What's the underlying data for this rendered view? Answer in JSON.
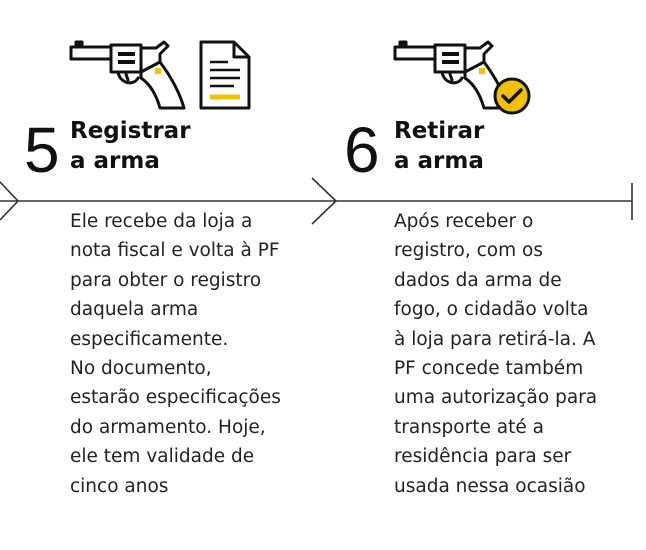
{
  "steps": [
    {
      "number": "5",
      "title_lines": [
        "Registrar",
        "a arma"
      ],
      "icons": [
        "revolver-icon",
        "document-icon"
      ],
      "description_lines": [
        "Ele recebe da loja a",
        "nota fiscal e volta à PF",
        "para obter o registro",
        "daquela arma",
        "especificamente.",
        "No documento,",
        "estarão especificações",
        "do armamento. Hoje,",
        "ele tem validade de",
        "cinco anos"
      ]
    },
    {
      "number": "6",
      "title_lines": [
        "Retirar",
        "a arma"
      ],
      "icons": [
        "revolver-icon",
        "check-badge-icon"
      ],
      "description_lines": [
        "Após receber o",
        "registro, com os",
        "dados da arma de",
        "fogo, o cidadão volta",
        "à loja para retirá-la. A",
        "PF concede também",
        "uma autorização para",
        "transporte até a",
        "residência para ser",
        "usada nessa ocasião"
      ]
    }
  ],
  "colors": {
    "accent": "#f2c200",
    "ink": "#111111",
    "line": "#333333"
  }
}
